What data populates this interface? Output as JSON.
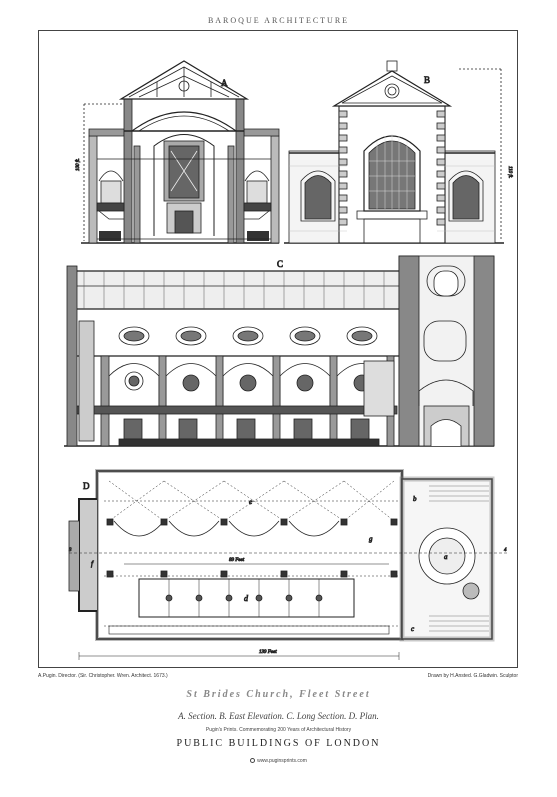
{
  "header": {
    "series": "BAROQUE ARCHITECTURE"
  },
  "drawings": {
    "a": {
      "label": "A",
      "dimension": "100 ft."
    },
    "b": {
      "label": "B",
      "dimension": "110 ft."
    },
    "c": {
      "label": "C"
    },
    "d": {
      "label": "D",
      "rooms": [
        "a",
        "b",
        "c",
        "d",
        "e",
        "f",
        "g"
      ],
      "dimensions": [
        "89 Feet",
        "139 Feet"
      ],
      "axis_marks": [
        "3",
        "4"
      ]
    }
  },
  "credits": {
    "left": "A.Pugin. Director. (Sir. Christopher. Wren. Architect. 1673.)",
    "right": "Drawn by H.Ansted. G.Gladwin. Sculptor"
  },
  "title": {
    "main": "St Brides Church, Fleet Street",
    "subtitle": "A. Section. B. East Elevation. C. Long Section. D. Plan.",
    "commemoration": "Pugin's Prints. Commemorating 200 Years of Architectural History",
    "series": "PUBLIC BUILDINGS OF LONDON",
    "website": "www.puginsprints.com"
  }
}
